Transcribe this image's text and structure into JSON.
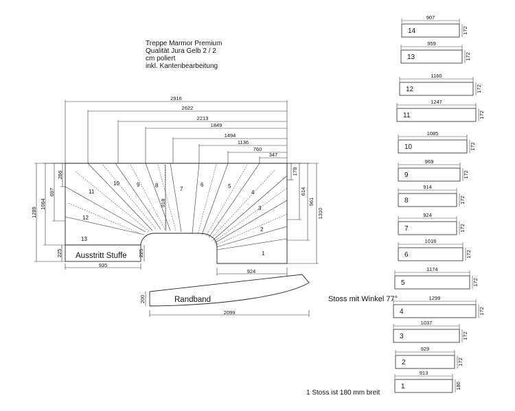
{
  "notes": {
    "line1": "Treppe Marmor Premium",
    "line2": "Qualität Jura Gelb 2 / 2",
    "line3": "cm poliert",
    "line4": "inkl.     Kantenbearbeitung"
  },
  "plan": {
    "top_dimensions": [
      "2916",
      "2622",
      "2213",
      "1849",
      "1494",
      "1136",
      "760",
      "347"
    ],
    "left_dimensions": [
      "1289",
      "1064",
      "697",
      "286"
    ],
    "right_dimensions": [
      "178",
      "614",
      "961",
      "1310"
    ],
    "inner_dimension": "918",
    "step_numbers": [
      "1",
      "2",
      "3",
      "4",
      "5",
      "6",
      "7",
      "8",
      "9",
      "10",
      "11",
      "12",
      "13"
    ],
    "landing_label": "Ausstritt Stuffe",
    "landing_height_left": "225",
    "landing_height_right": "225",
    "landing_width": "935",
    "bottom_step_width": "924"
  },
  "band": {
    "label": "Randband",
    "height": "200",
    "length": "2099"
  },
  "joint_note": "Stoss mit Winkel 77°",
  "stoss_note": "1 Stoss ist 180 mm breit",
  "treads": [
    {
      "number": "14",
      "length": "907",
      "depth": "172"
    },
    {
      "number": "13",
      "length": "959",
      "depth": "172"
    },
    {
      "number": "12",
      "length": "1160",
      "depth": "172"
    },
    {
      "number": "11",
      "length": "1247",
      "depth": "172"
    },
    {
      "number": "10",
      "length": "1085",
      "depth": "172"
    },
    {
      "number": "9",
      "length": "969",
      "depth": "172"
    },
    {
      "number": "8",
      "length": "914",
      "depth": "172"
    },
    {
      "number": "7",
      "length": "924",
      "depth": "172"
    },
    {
      "number": "6",
      "length": "1016",
      "depth": "172"
    },
    {
      "number": "5",
      "length": "1174",
      "depth": "172"
    },
    {
      "number": "4",
      "length": "1299",
      "depth": "172"
    },
    {
      "number": "3",
      "length": "1037",
      "depth": "172"
    },
    {
      "number": "2",
      "length": "929",
      "depth": "172"
    },
    {
      "number": "1",
      "length": "913",
      "depth": "180"
    }
  ]
}
